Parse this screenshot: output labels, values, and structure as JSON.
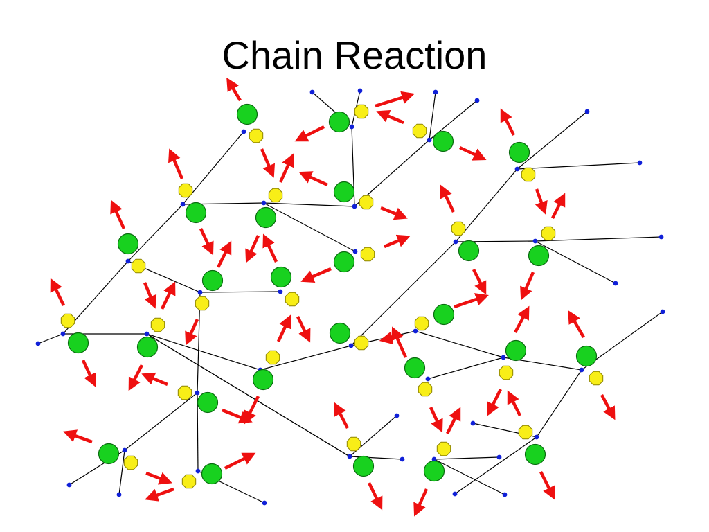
{
  "slide": {
    "title": "Chain Reaction"
  },
  "diagram": {
    "description_type": "fission chain reaction network",
    "colors": {
      "nucleus": "#18d11f",
      "nucleus_stroke": "#0a6b10",
      "fragment": "#f8ee17",
      "fragment_stroke": "#8c8300",
      "neutron_dot": "#1020d8",
      "arrow": "#ee1010",
      "line": "#000000"
    },
    "legend": [],
    "element_icons": [
      "green-nucleus",
      "yellow-fragment",
      "blue-neutron",
      "red-arrow"
    ]
  }
}
